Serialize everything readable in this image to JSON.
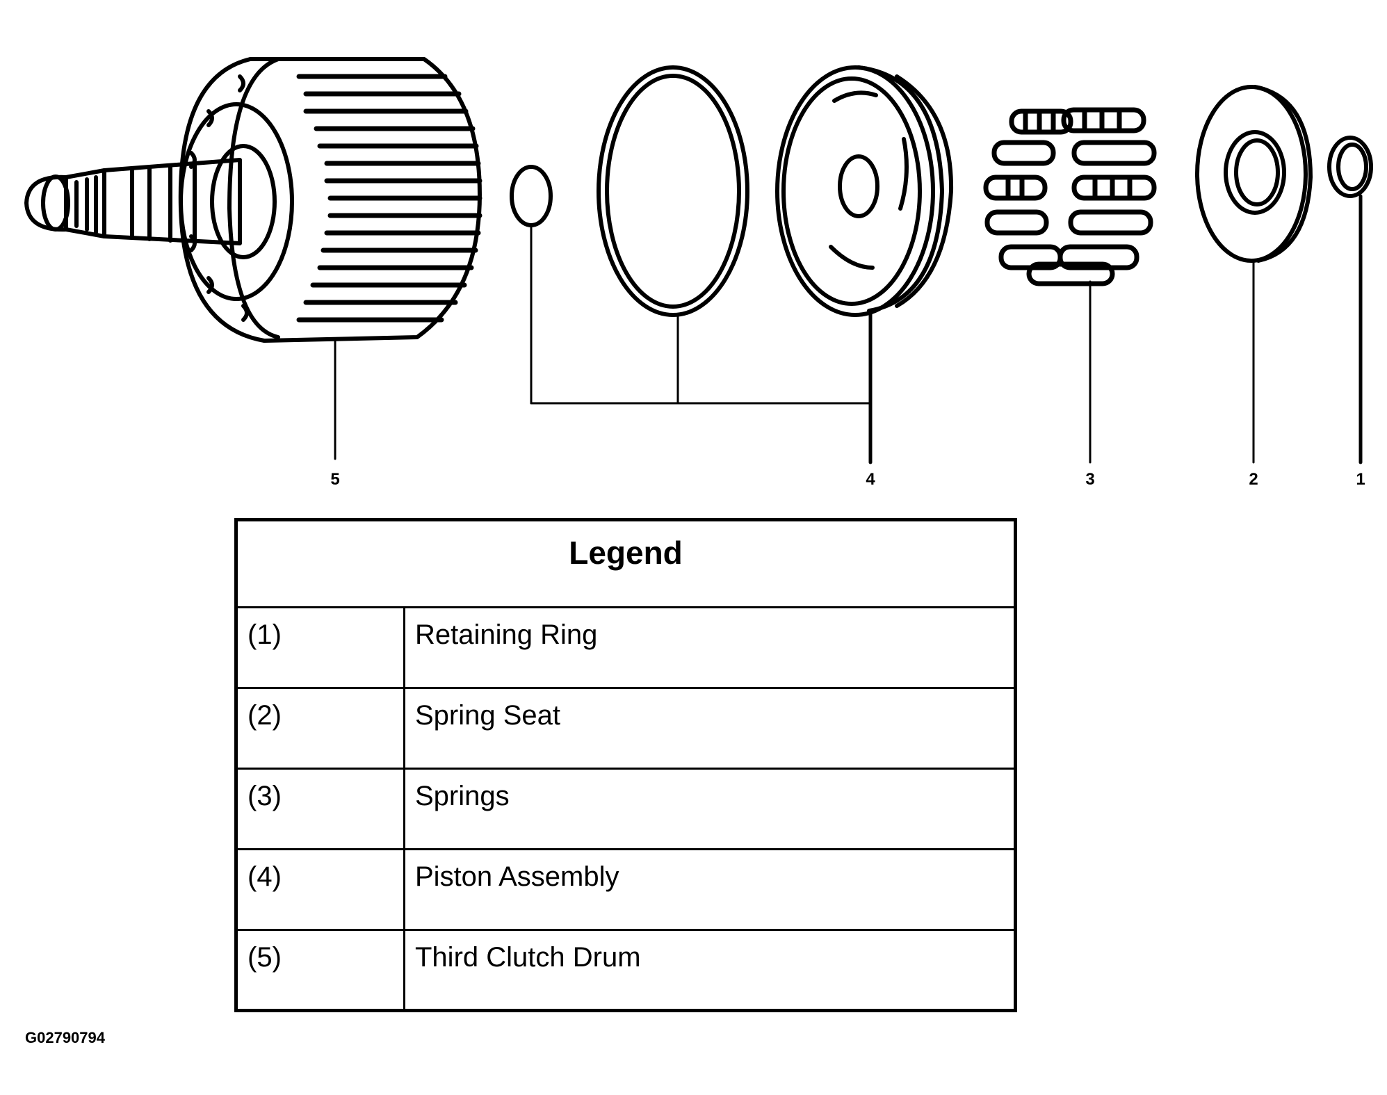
{
  "callouts": [
    "5",
    "4",
    "3",
    "2",
    "1"
  ],
  "legend": {
    "title": "Legend",
    "rows": [
      {
        "num": "(1)",
        "label": "Retaining Ring"
      },
      {
        "num": "(2)",
        "label": "Spring Seat"
      },
      {
        "num": "(3)",
        "label": "Springs"
      },
      {
        "num": "(4)",
        "label": "Piston Assembly"
      },
      {
        "num": "(5)",
        "label": "Third Clutch Drum"
      }
    ]
  },
  "figure_id": "G02790794",
  "parts": [
    {
      "icon": "third-clutch-drum-icon"
    },
    {
      "icon": "inner-seal-icon"
    },
    {
      "icon": "outer-seal-icon"
    },
    {
      "icon": "piston-icon"
    },
    {
      "icon": "springs-icon"
    },
    {
      "icon": "spring-seat-icon"
    },
    {
      "icon": "retaining-ring-icon"
    }
  ]
}
